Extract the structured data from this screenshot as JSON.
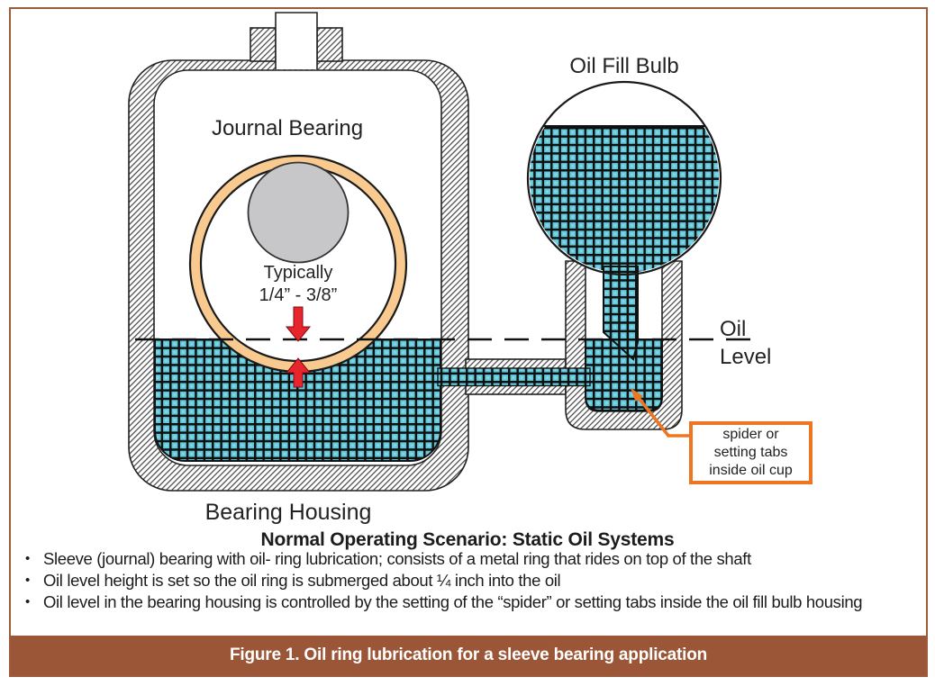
{
  "colors": {
    "oil_teal": "#5FC8DB",
    "oil_teal_light": "#9ADEE8",
    "ring_tan": "#F8CA90",
    "shaft_gray": "#C7C7C9",
    "arrow_red": "#E8242C",
    "callout_orange": "#EE7623",
    "caption_brown": "#9A5637",
    "border_brown": "#9B5B3C"
  },
  "diagram": {
    "journal_bearing_label": "Journal Bearing",
    "typically_label": {
      "line1": "Typically",
      "line2": "1/4” - 3/8”"
    },
    "oil_fill_bulb_label": "Oil Fill Bulb",
    "oil_level_label": {
      "line1": "Oil",
      "line2": "Level"
    },
    "bearing_housing_label": "Bearing Housing",
    "spider_callout": {
      "line1": "spider or",
      "line2": "setting tabs",
      "line3": "inside oil cup"
    }
  },
  "text": {
    "subtitle": "Normal Operating Scenario: Static Oil Systems",
    "bullets": [
      "Sleeve (journal) bearing with oil- ring lubrication; consists of a metal ring that rides on top of the shaft",
      "Oil level height is set so the oil ring is submerged about ¼ inch into the oil",
      "Oil level in the bearing housing is controlled by the setting of the “spider” or setting tabs inside the oil fill bulb housing"
    ],
    "bullet_marker": "•"
  },
  "caption": "Figure 1. Oil ring lubrication for a sleeve bearing application"
}
